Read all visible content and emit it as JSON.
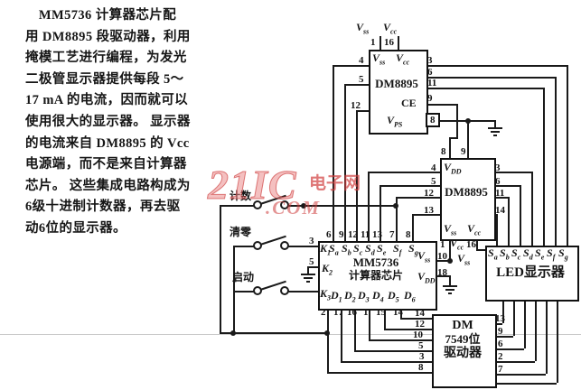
{
  "description": {
    "lines": [
      "　MM5736 计算器芯片配",
      "用 DM8895 段驱动器，利用",
      "掩模工艺进行编程，为发光",
      "二极管显示器提供每段 5～",
      "17 mA 的电流，因而就可以",
      "使用很大的显示器。 显示器",
      "的电流来自 DM8895 的 Vcc",
      "电源端，而不是来自计算器",
      "芯片。 这些集成电路构成为",
      "6级十进制计数器，再去驱",
      "动6位的显示器。"
    ]
  },
  "watermark": {
    "brand": "21IC",
    "site": "电子网",
    "suffix": ".COM"
  },
  "circuit": {
    "supply_top": {
      "pin1": "1",
      "pin16": "16",
      "vss": {
        "v": "V",
        "sub": "ss"
      },
      "vcc": {
        "v": "V",
        "sub": "cc"
      }
    },
    "chip1": {
      "name": "DM8895",
      "ce": "CE",
      "inner_vss": {
        "v": "V",
        "sub": "ss"
      },
      "inner_vcc": {
        "v": "V",
        "sub": "cc"
      },
      "inner_bottom": {
        "v": "V",
        "sub": "PS"
      },
      "pins_left": [
        "4",
        "5",
        "12"
      ],
      "pins_right": [
        "3",
        "6",
        "11",
        "9",
        "8"
      ]
    },
    "chip2": {
      "name": "DM8895",
      "inner_vdd": {
        "v": "V",
        "sub": "DD"
      },
      "inner_vss": {
        "v": "V",
        "sub": "ss"
      },
      "inner_vcc": {
        "v": "V",
        "sub": "cc"
      },
      "pins_top": [
        "8",
        "9"
      ],
      "pins_left": [
        "4",
        "5",
        "12",
        "13"
      ],
      "pins_right": [
        "3",
        "6",
        "11",
        "14"
      ],
      "pins_bottom": [
        "1",
        "16"
      ]
    },
    "rails": {
      "vcc": {
        "v": "V",
        "sub": "cc"
      },
      "vss": {
        "v": "V",
        "sub": "ss"
      },
      "pin10": "10",
      "pin18": "18"
    },
    "mm5736": {
      "name": "MM5736",
      "subtitle": "计算器芯片",
      "k1": {
        "v": "K",
        "sub": "1"
      },
      "k2": {
        "v": "K",
        "sub": "2"
      },
      "k3": {
        "v": "K",
        "sub": "3"
      },
      "inner_vss": {
        "v": "V",
        "sub": "ss"
      },
      "inner_vdd": {
        "v": "V",
        "sub": "DD"
      },
      "seg_prefix": "S",
      "seg_subs": [
        "a",
        "b",
        "c",
        "d",
        "e",
        "f",
        "g"
      ],
      "dig_prefix": "D",
      "dig_subs": [
        "1",
        "2",
        "3",
        "4",
        "5",
        "6"
      ],
      "pins_top": [
        "6",
        "9",
        "12",
        "11",
        "13",
        "7",
        "8"
      ],
      "pins_left": [
        "3",
        "5"
      ],
      "pins_bottom": [
        "2",
        "17",
        "16",
        "1",
        "15",
        "14"
      ]
    },
    "led": {
      "name": "LED显示器",
      "seg_prefix": "S",
      "seg_subs": [
        "a",
        "b",
        "c",
        "d",
        "e",
        "f",
        "g"
      ]
    },
    "dm7549": {
      "line1": "DM",
      "line2": "7549位",
      "line3": "驱动器",
      "pins_left": [
        "14",
        "12",
        "10",
        "5",
        "3",
        "8"
      ],
      "pins_right": [
        "13",
        "9",
        "6",
        "2",
        "7"
      ]
    },
    "switches": {
      "count": "计数",
      "clear": "清零",
      "start": "启动"
    }
  }
}
